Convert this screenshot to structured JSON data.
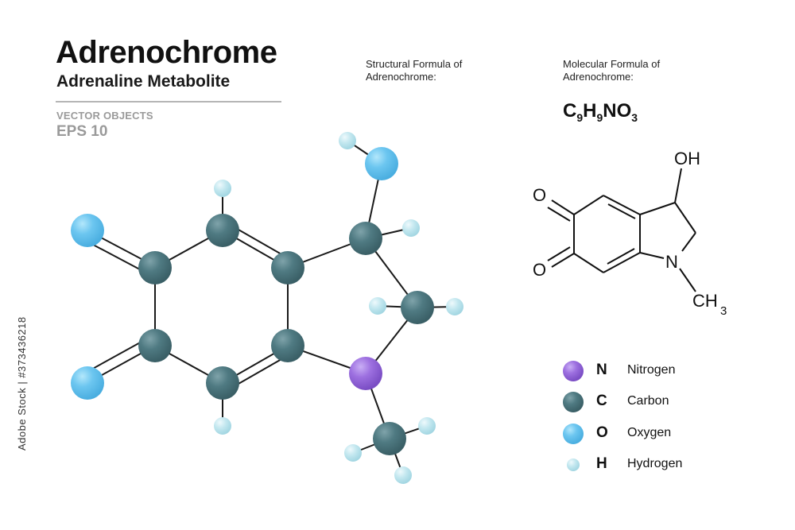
{
  "header": {
    "title": "Adrenochrome",
    "subtitle": "Adrenaline Metabolite",
    "vector_label": "VECTOR OBJECTS",
    "eps_label": "EPS 10"
  },
  "structural_caption": [
    "Structural  Formula of",
    "Adrenochrome:"
  ],
  "molecular_caption": [
    "Molecular Formula of",
    "Adrenochrome:"
  ],
  "formula": {
    "C": "C",
    "c_count": "9",
    "H": "H",
    "h_count": "9",
    "NO": "NO",
    "o_count": "3"
  },
  "skeletal_labels": {
    "oh": "OH",
    "o_top": "O",
    "o_bottom": "O",
    "n": "N",
    "ch": "CH",
    "ch_sub": "3"
  },
  "legend": [
    {
      "symbol": "N",
      "name": "Nitrogen",
      "color": "#9d70e0"
    },
    {
      "symbol": "C",
      "name": "Carbon",
      "color": "#4f7a82"
    },
    {
      "symbol": "O",
      "name": "Oxygen",
      "color": "#6cc6f0"
    },
    {
      "symbol": "H",
      "name": "Hydrogen",
      "color": "#c2e7ef"
    }
  ],
  "colors": {
    "nitrogen": "#9d70e0",
    "carbon": "#4f7a82",
    "oxygen": "#6cc6f0",
    "hydrogen": "#c2e7ef"
  },
  "stock_id": "Adobe Stock | #373436218"
}
